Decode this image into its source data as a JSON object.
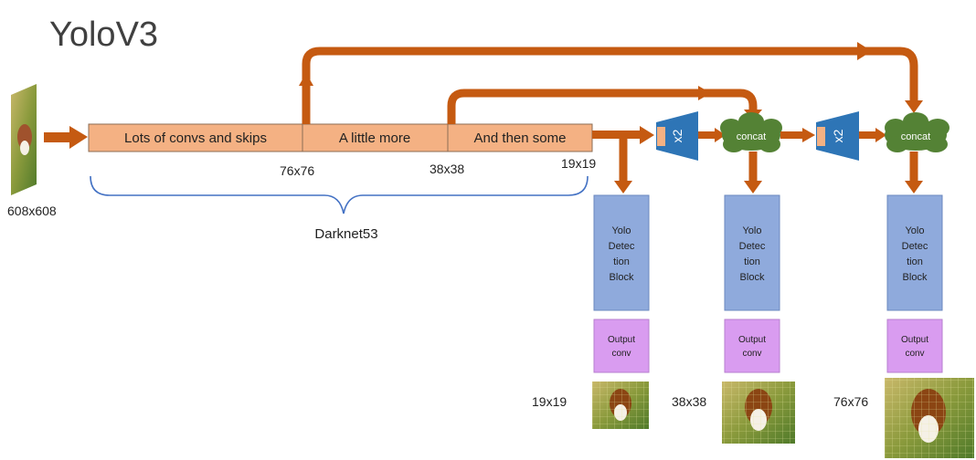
{
  "title": "YoloV3",
  "input_size": "608x608",
  "backbone": {
    "name": "Darknet53",
    "stages": [
      "Lots of convs and skips",
      "A little more",
      "And then some"
    ]
  },
  "scales": [
    "76x76",
    "38x38",
    "19x19"
  ],
  "upsample_label": "x2",
  "concat_label": "concat",
  "yolo_block": [
    "Yolo",
    "Detec",
    "tion",
    "Block"
  ],
  "output_conv": [
    "Output",
    "conv"
  ],
  "outputs": [
    "19x19",
    "38x38",
    "76x76"
  ],
  "colors": {
    "arrow": "#c55a11",
    "stage": "#f4b183",
    "yolo": "#8faadc",
    "output": "#d99cf0",
    "upsample": "#2e75b6",
    "concat": "#548235",
    "brace": "#4472c4"
  }
}
